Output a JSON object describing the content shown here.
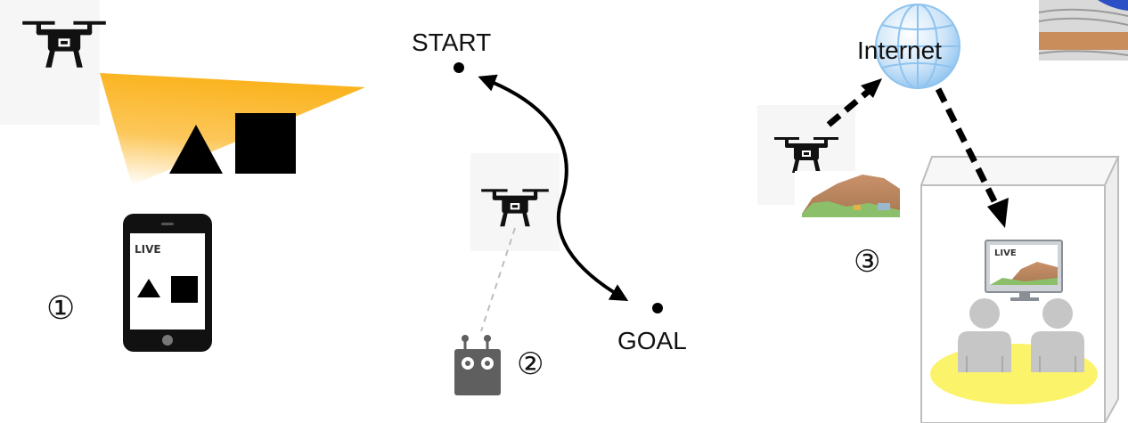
{
  "panel1": {
    "marker": "①",
    "phone_live": "LIVE"
  },
  "panel2": {
    "marker": "②",
    "start_label": "START",
    "goal_label": "GOAL"
  },
  "panel3": {
    "marker": "③",
    "internet_label": "Internet",
    "monitor_live": "LIVE"
  },
  "colors": {
    "camera_beam": "#fbb31d",
    "globe": "#8ec3ef",
    "floor_spot": "#fbf46a",
    "person": "#c6c6c6",
    "controller": "#5f5f5f"
  }
}
